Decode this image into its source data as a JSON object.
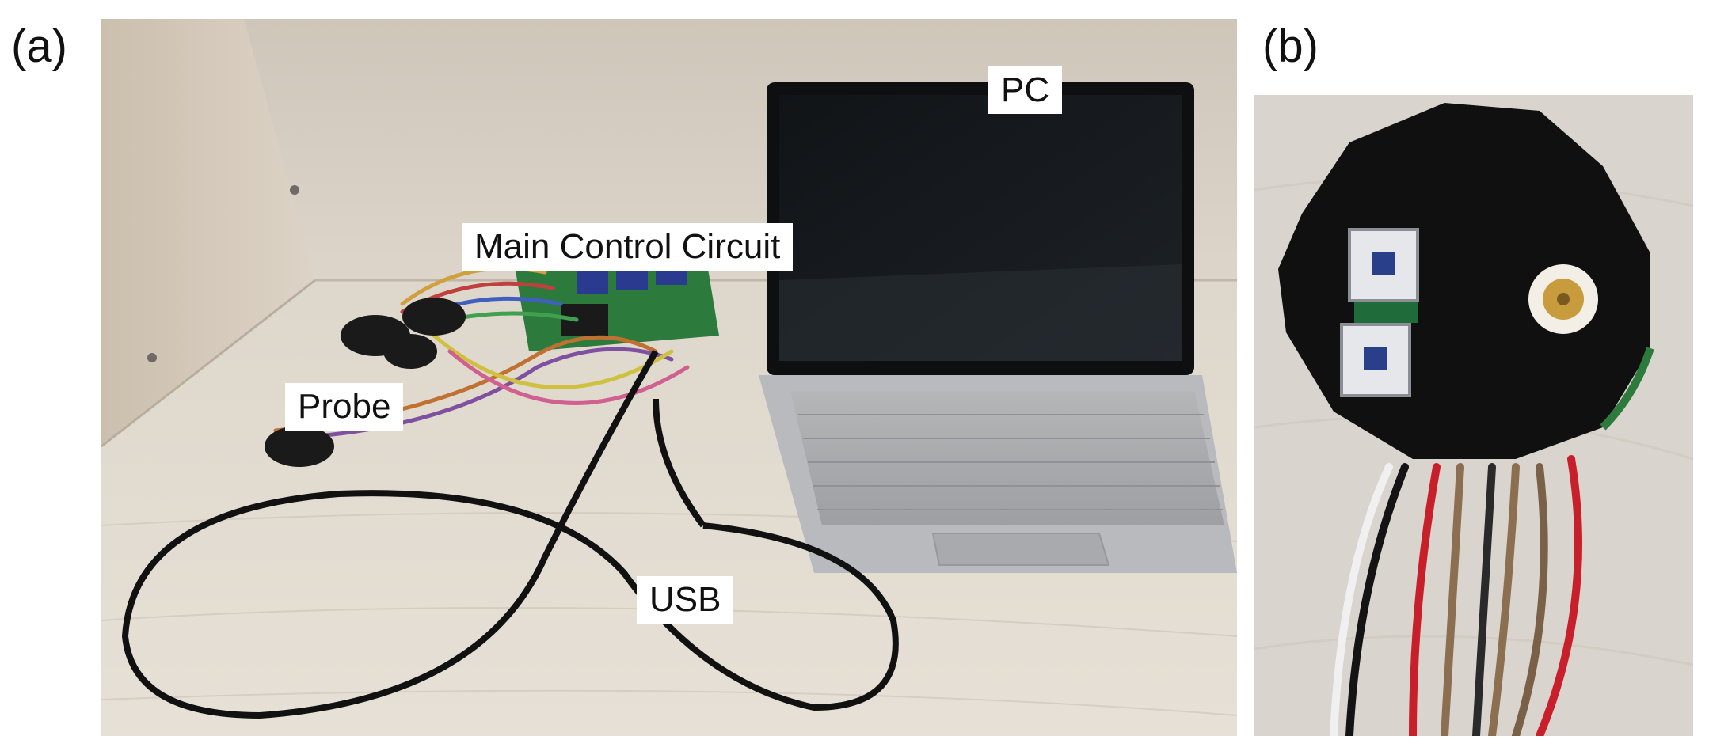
{
  "panels": {
    "a": {
      "label": "(a)"
    },
    "b": {
      "label": "(b)"
    }
  },
  "callouts": {
    "pc": "PC",
    "main_control_circuit": "Main Control Circuit",
    "probe": "Probe",
    "usb": "USB"
  }
}
